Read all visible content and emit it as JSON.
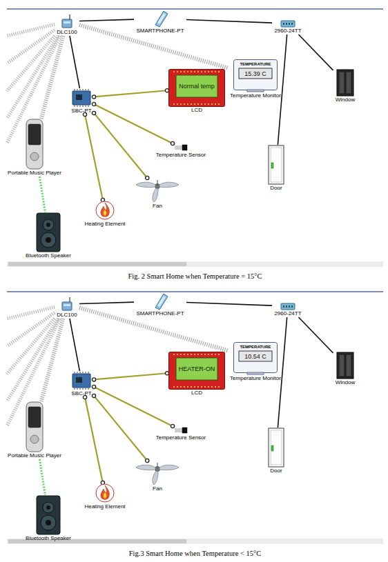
{
  "diagram": {
    "nodes": [
      {
        "text": [
          "Fig. 2 Smart Home when Temperature = 15°C"
        ]
      },
      {
        "text": [
          "DLC100"
        ],
        "in": 0
      },
      {
        "text": [
          "SMARTPHONE-PT"
        ],
        "in": 0
      },
      {
        "text": [
          "2960-24TT"
        ],
        "in": 0
      },
      {
        "text": [
          "Normal temp",
          "LCD"
        ],
        "in": 0
      },
      {
        "text": [
          "TEMPERATURE",
          "15.39 C",
          "Temperature Monitor"
        ],
        "in": 0
      },
      {
        "text": [
          "Window"
        ],
        "in": 0
      },
      {
        "text": [
          "SBC-PT"
        ],
        "in": 0
      },
      {
        "text": [
          "Temperature Sensor"
        ],
        "in": 0
      },
      {
        "text": [
          "Door"
        ],
        "in": 0
      },
      {
        "text": [
          "Portable Music Player"
        ],
        "in": 0
      },
      {
        "text": [
          "Fan"
        ],
        "in": 0
      },
      {
        "text": [
          "Heating Element"
        ],
        "in": 0
      },
      {
        "text": [
          "Bluetooth Speaker"
        ],
        "in": 0
      },
      {
        "text": [
          "Fig.3 Smart Home when Temperature < 15°C"
        ]
      },
      {
        "text": [
          "DLC100"
        ],
        "in": 14
      },
      {
        "text": [
          "SMARTPHONE-PT"
        ],
        "in": 14
      },
      {
        "text": [
          "2960-24TT"
        ],
        "in": 14
      },
      {
        "text": [
          "HEATER-ON",
          "LCD"
        ],
        "in": 14
      },
      {
        "text": [
          "TEMPERATURE",
          "10.54 C",
          "Temperature Monitor"
        ],
        "in": 14
      },
      {
        "text": [
          "Window"
        ],
        "in": 14
      },
      {
        "text": [
          "SBC-PT"
        ],
        "in": 14
      },
      {
        "text": [
          "Temperature Sensor"
        ],
        "in": 14
      },
      {
        "text": [
          "Door"
        ],
        "in": 14
      },
      {
        "text": [
          "Portable Music Player"
        ],
        "in": 14
      },
      {
        "text": [
          "Fan"
        ],
        "in": 14
      },
      {
        "text": [
          "Heating Element"
        ],
        "in": 14
      },
      {
        "text": [
          "Bluetooth Speaker"
        ],
        "in": 14
      }
    ],
    "edges": [
      {
        "from": 1,
        "to": 2,
        "arrow": "none"
      },
      {
        "from": 2,
        "to": 3,
        "arrow": "none"
      },
      {
        "from": 3,
        "to": 6,
        "arrow": "none"
      },
      {
        "from": 3,
        "to": 9,
        "arrow": "none"
      },
      {
        "from": 1,
        "to": 7,
        "arrow": "none"
      },
      {
        "from": 1,
        "to": 5,
        "arrow": "none"
      },
      {
        "from": 1,
        "to": 10,
        "arrow": "none"
      },
      {
        "from": 10,
        "to": 13,
        "arrow": "none"
      },
      {
        "from": 7,
        "to": 4,
        "arrow": "none"
      },
      {
        "from": 7,
        "to": 8,
        "arrow": "none"
      },
      {
        "from": 7,
        "to": 11,
        "arrow": "none"
      },
      {
        "from": 7,
        "to": 12,
        "arrow": "none"
      },
      {
        "from": 15,
        "to": 16,
        "arrow": "none"
      },
      {
        "from": 16,
        "to": 17,
        "arrow": "none"
      },
      {
        "from": 17,
        "to": 20,
        "arrow": "none"
      },
      {
        "from": 17,
        "to": 23,
        "arrow": "none"
      },
      {
        "from": 15,
        "to": 21,
        "arrow": "none"
      },
      {
        "from": 15,
        "to": 19,
        "arrow": "none"
      },
      {
        "from": 15,
        "to": 24,
        "arrow": "none"
      },
      {
        "from": 24,
        "to": 27,
        "arrow": "none"
      },
      {
        "from": 21,
        "to": 18,
        "arrow": "none"
      },
      {
        "from": 21,
        "to": 22,
        "arrow": "none"
      },
      {
        "from": 21,
        "to": 25,
        "arrow": "none"
      },
      {
        "from": 21,
        "to": 26,
        "arrow": "none"
      }
    ]
  }
}
